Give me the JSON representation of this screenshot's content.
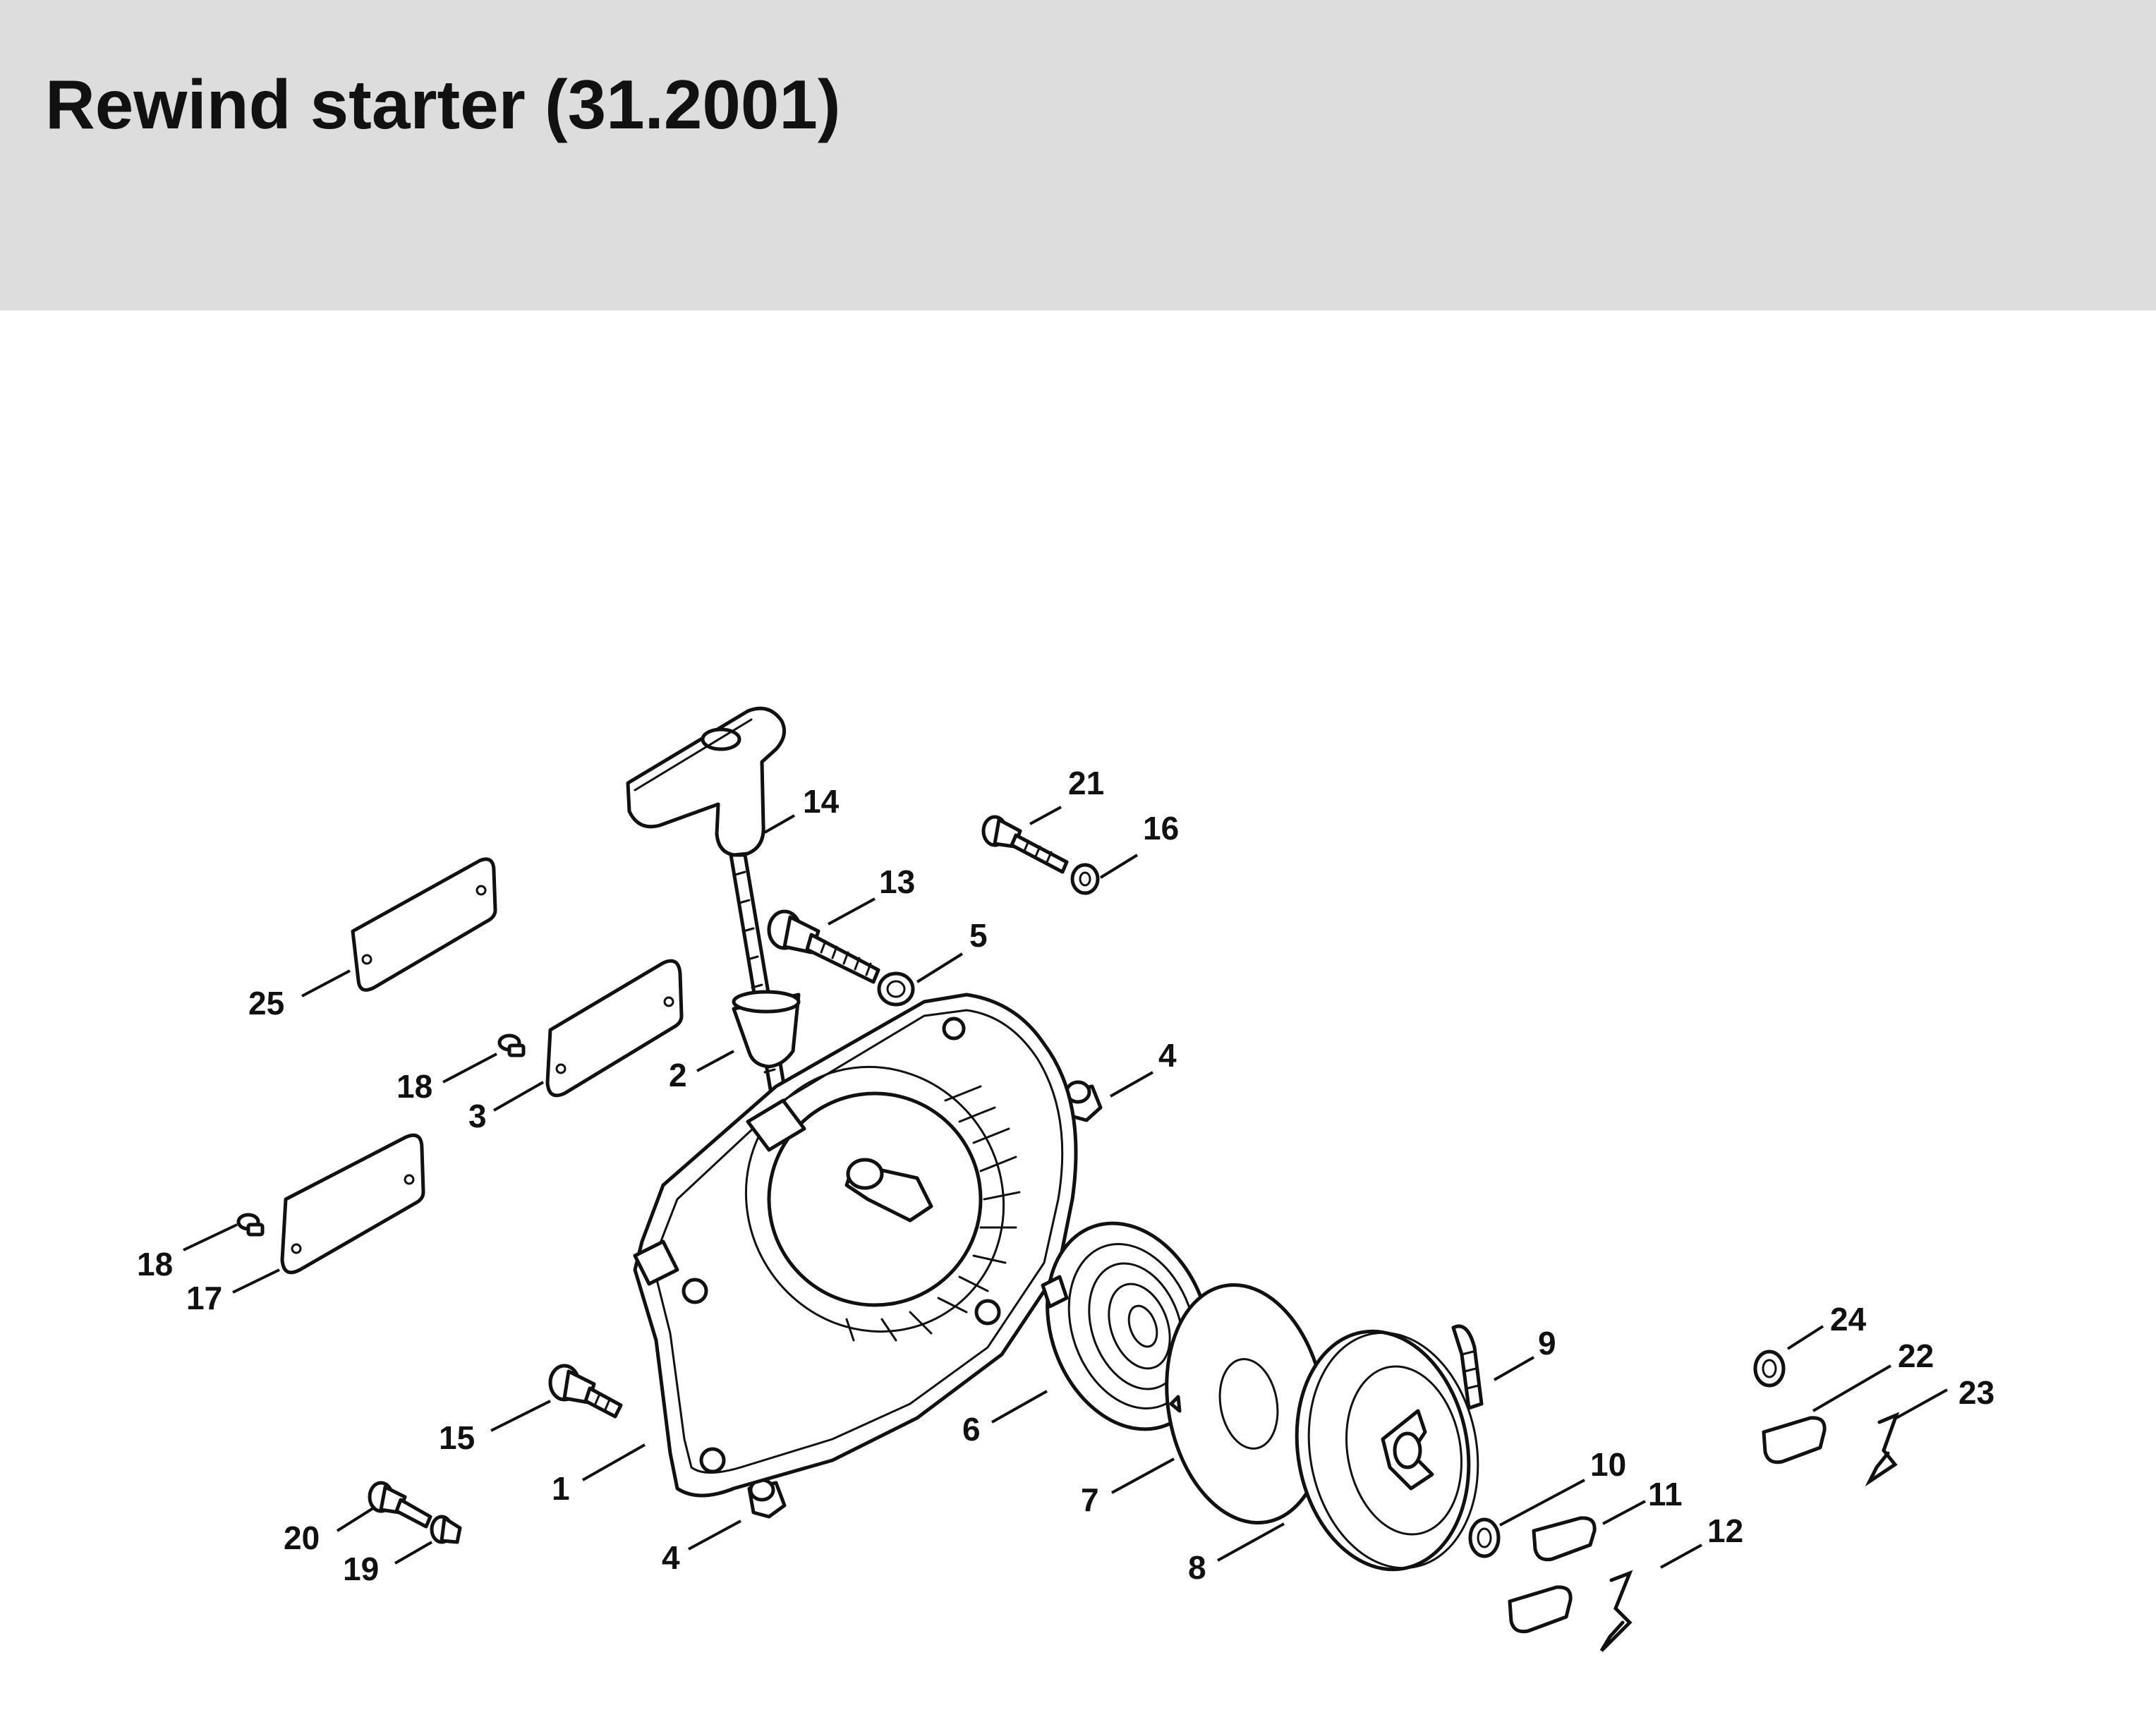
{
  "header": {
    "title": "Rewind starter (31.2001)",
    "background": "#dcdddc"
  },
  "diagram": {
    "callouts": [
      "1",
      "2",
      "3",
      "4",
      "4",
      "5",
      "6",
      "7",
      "8",
      "9",
      "10",
      "11",
      "12",
      "13",
      "14",
      "15",
      "16",
      "17",
      "18",
      "18",
      "19",
      "20",
      "21",
      "22",
      "23",
      "24",
      "25"
    ]
  }
}
